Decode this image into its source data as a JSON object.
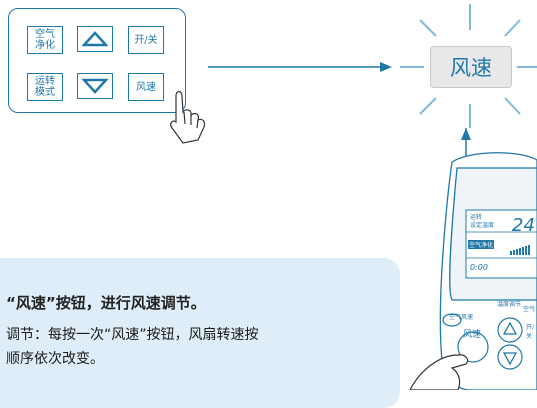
{
  "panel": {
    "btn_air_purify": "空气\n净化",
    "btn_power": "开/关",
    "btn_mode": "运转\n模式",
    "btn_fan": "风速"
  },
  "highlight": {
    "label": "风速"
  },
  "remote": {
    "lbl_mode": "运转",
    "lbl_set_temp": "设定温度",
    "lbl_air_purify": "空气净化",
    "temp_value": "24",
    "clock": "0:00",
    "lbl_temp_adjust": "温度调节",
    "lbl_air": "空气",
    "lbl_fan_left": "空气风速",
    "lbl_power": "开/关",
    "btn_fan": "风速"
  },
  "note": {
    "line1": "“风速”按钮，进行风速调节。",
    "line2": "调节：每按一次“风速”按钮，风扇转速按",
    "line3": "顺序依次改变。"
  },
  "colors": {
    "accent": "#1f78a8",
    "note_bg": "#deedf7"
  }
}
